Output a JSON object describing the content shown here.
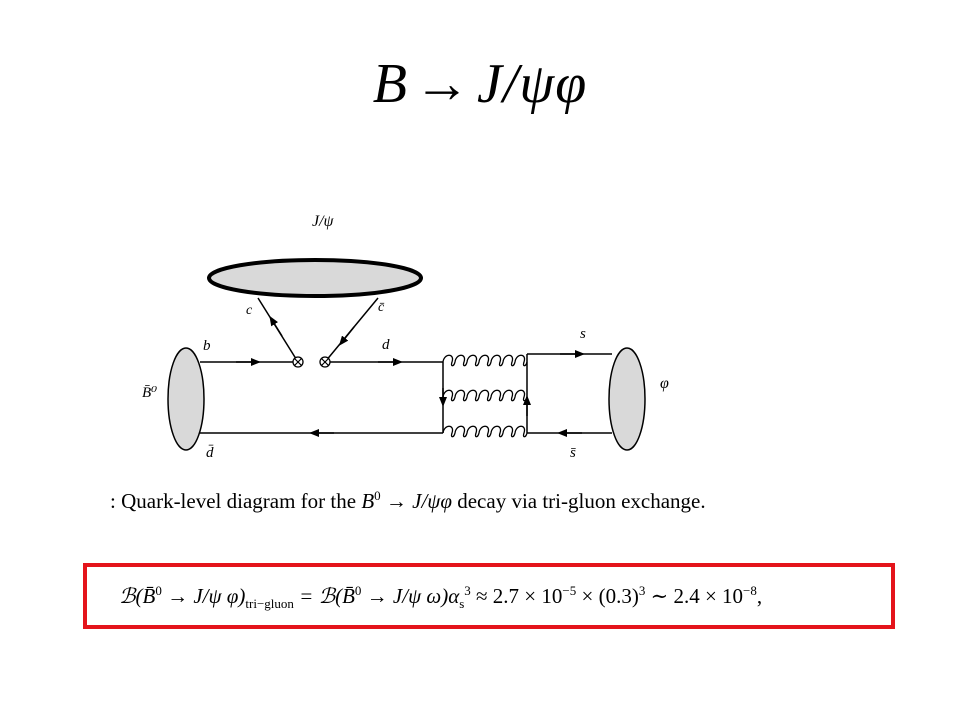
{
  "slide": {
    "title_lhs": "B",
    "title_arrow": "→",
    "title_rhs": "J/ψφ"
  },
  "diagram": {
    "labels": {
      "jpsi": "J/ψ",
      "c": "c",
      "cbar": "c̄",
      "b": "b",
      "d": "d",
      "dbar": "d̄",
      "s": "s",
      "sbar": "s̄",
      "b0bar": "B̄⁰",
      "phi": "φ"
    },
    "vertex_symbol": "⊗",
    "gluon_count": 3
  },
  "caption": {
    "prefix": ": Quark-level diagram for the",
    "process_b": "B",
    "process_sup": "0",
    "process_rest": " → J/ψφ",
    "suffix": " decay via tri-gluon exchange."
  },
  "formula": {
    "lhs_br": "ℬ(B̄",
    "lhs_sup": "0",
    "lhs_mid": " → J/ψ φ)",
    "lhs_sub": "tri−gluon",
    "eq": " = ℬ(B̄",
    "rhs_sup": "0",
    "rhs_mid": " → J/ψ ω)α",
    "alpha_sub": "s",
    "alpha_sup": "3",
    "approx": " ≈ 2.7 × 10",
    "exp1": "−5",
    "times": " × (0.3)",
    "cube": "3",
    "sim": " ∼ 2.4 × 10",
    "exp2": "−8",
    "comma": ","
  },
  "colors": {
    "highlight_border": "#e4141b",
    "blob_fill": "#d9d9d9"
  }
}
